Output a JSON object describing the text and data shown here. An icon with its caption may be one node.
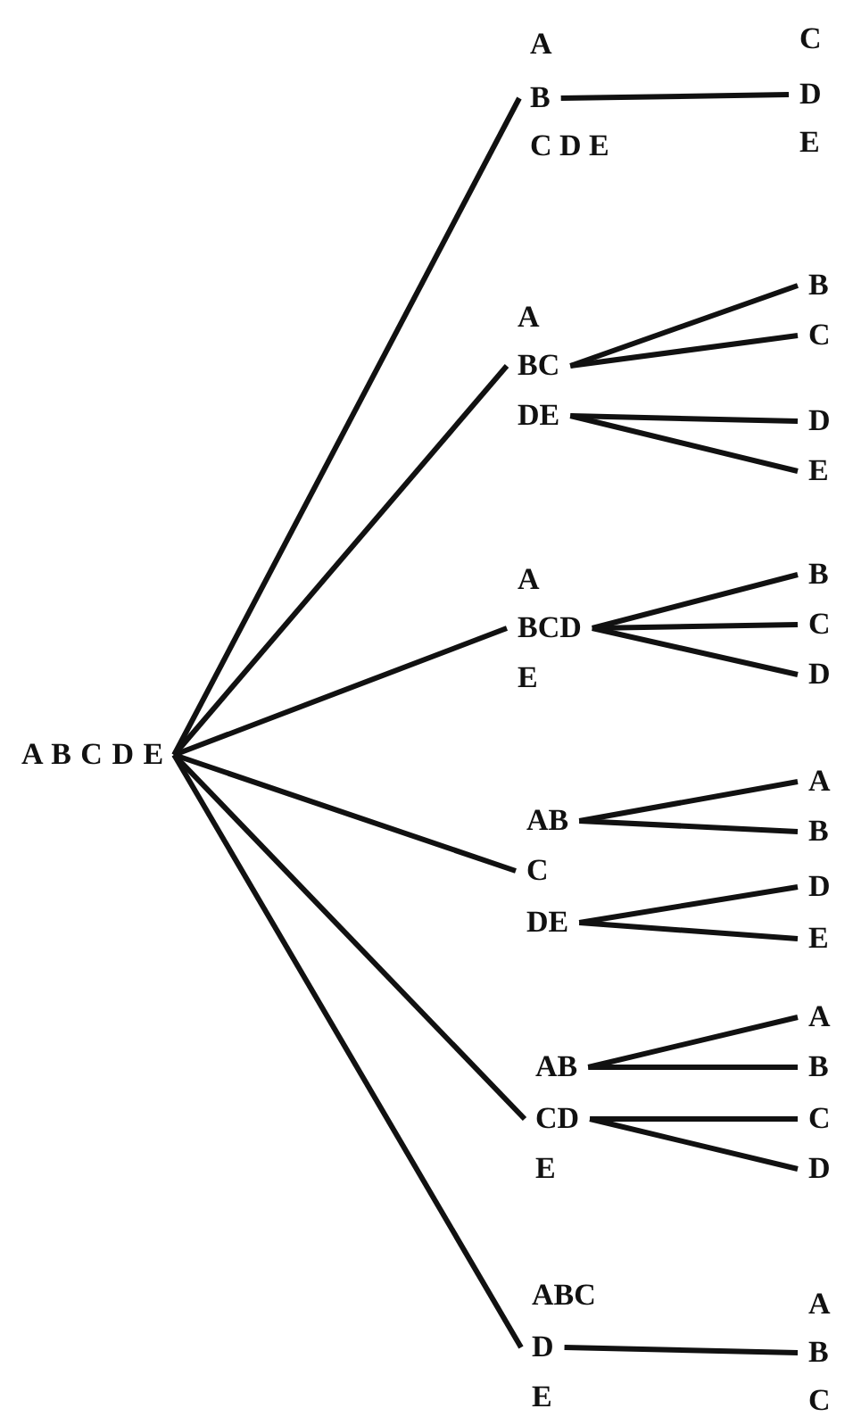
{
  "diagram": {
    "nodes": [
      {
        "text": [
          "A B C D E"
        ]
      },
      {
        "text": [
          "A"
        ]
      },
      {
        "text": [
          "B"
        ]
      },
      {
        "text": [
          "C D E"
        ]
      },
      {
        "text": [
          "C"
        ]
      },
      {
        "text": [
          "D"
        ]
      },
      {
        "text": [
          "E"
        ]
      },
      {
        "text": [
          "A"
        ]
      },
      {
        "text": [
          "BC"
        ]
      },
      {
        "text": [
          "DE"
        ]
      },
      {
        "text": [
          "B"
        ]
      },
      {
        "text": [
          "C"
        ]
      },
      {
        "text": [
          "D"
        ]
      },
      {
        "text": [
          "E"
        ]
      },
      {
        "text": [
          "A"
        ]
      },
      {
        "text": [
          "BCD"
        ]
      },
      {
        "text": [
          "E"
        ]
      },
      {
        "text": [
          "B"
        ]
      },
      {
        "text": [
          "C"
        ]
      },
      {
        "text": [
          "D"
        ]
      },
      {
        "text": [
          "AB"
        ]
      },
      {
        "text": [
          "C"
        ]
      },
      {
        "text": [
          "DE"
        ]
      },
      {
        "text": [
          "A"
        ]
      },
      {
        "text": [
          "B"
        ]
      },
      {
        "text": [
          "D"
        ]
      },
      {
        "text": [
          "E"
        ]
      },
      {
        "text": [
          "AB"
        ]
      },
      {
        "text": [
          "CD"
        ]
      },
      {
        "text": [
          "E"
        ]
      },
      {
        "text": [
          "A"
        ]
      },
      {
        "text": [
          "B"
        ]
      },
      {
        "text": [
          "C"
        ]
      },
      {
        "text": [
          "D"
        ]
      },
      {
        "text": [
          "ABC"
        ]
      },
      {
        "text": [
          "D"
        ]
      },
      {
        "text": [
          "E"
        ]
      },
      {
        "text": [
          "A"
        ]
      },
      {
        "text": [
          "B"
        ]
      },
      {
        "text": [
          "C"
        ]
      }
    ],
    "edges": [
      {
        "from": 0,
        "to": 2,
        "arrow": "none"
      },
      {
        "from": 0,
        "to": 8,
        "arrow": "none"
      },
      {
        "from": 0,
        "to": 15,
        "arrow": "none"
      },
      {
        "from": 0,
        "to": 21,
        "arrow": "none"
      },
      {
        "from": 0,
        "to": 28,
        "arrow": "none"
      },
      {
        "from": 0,
        "to": 35,
        "arrow": "none"
      },
      {
        "from": 2,
        "to": 5,
        "arrow": "none"
      },
      {
        "from": 8,
        "to": 10,
        "arrow": "none"
      },
      {
        "from": 8,
        "to": 11,
        "arrow": "none"
      },
      {
        "from": 9,
        "to": 12,
        "arrow": "none"
      },
      {
        "from": 9,
        "to": 13,
        "arrow": "none"
      },
      {
        "from": 15,
        "to": 17,
        "arrow": "none"
      },
      {
        "from": 15,
        "to": 18,
        "arrow": "none"
      },
      {
        "from": 15,
        "to": 19,
        "arrow": "none"
      },
      {
        "from": 20,
        "to": 23,
        "arrow": "none"
      },
      {
        "from": 20,
        "to": 24,
        "arrow": "none"
      },
      {
        "from": 22,
        "to": 25,
        "arrow": "none"
      },
      {
        "from": 22,
        "to": 26,
        "arrow": "none"
      },
      {
        "from": 27,
        "to": 30,
        "arrow": "none"
      },
      {
        "from": 27,
        "to": 31,
        "arrow": "none"
      },
      {
        "from": 28,
        "to": 32,
        "arrow": "none"
      },
      {
        "from": 28,
        "to": 33,
        "arrow": "none"
      },
      {
        "from": 35,
        "to": 38,
        "arrow": "none"
      }
    ]
  }
}
